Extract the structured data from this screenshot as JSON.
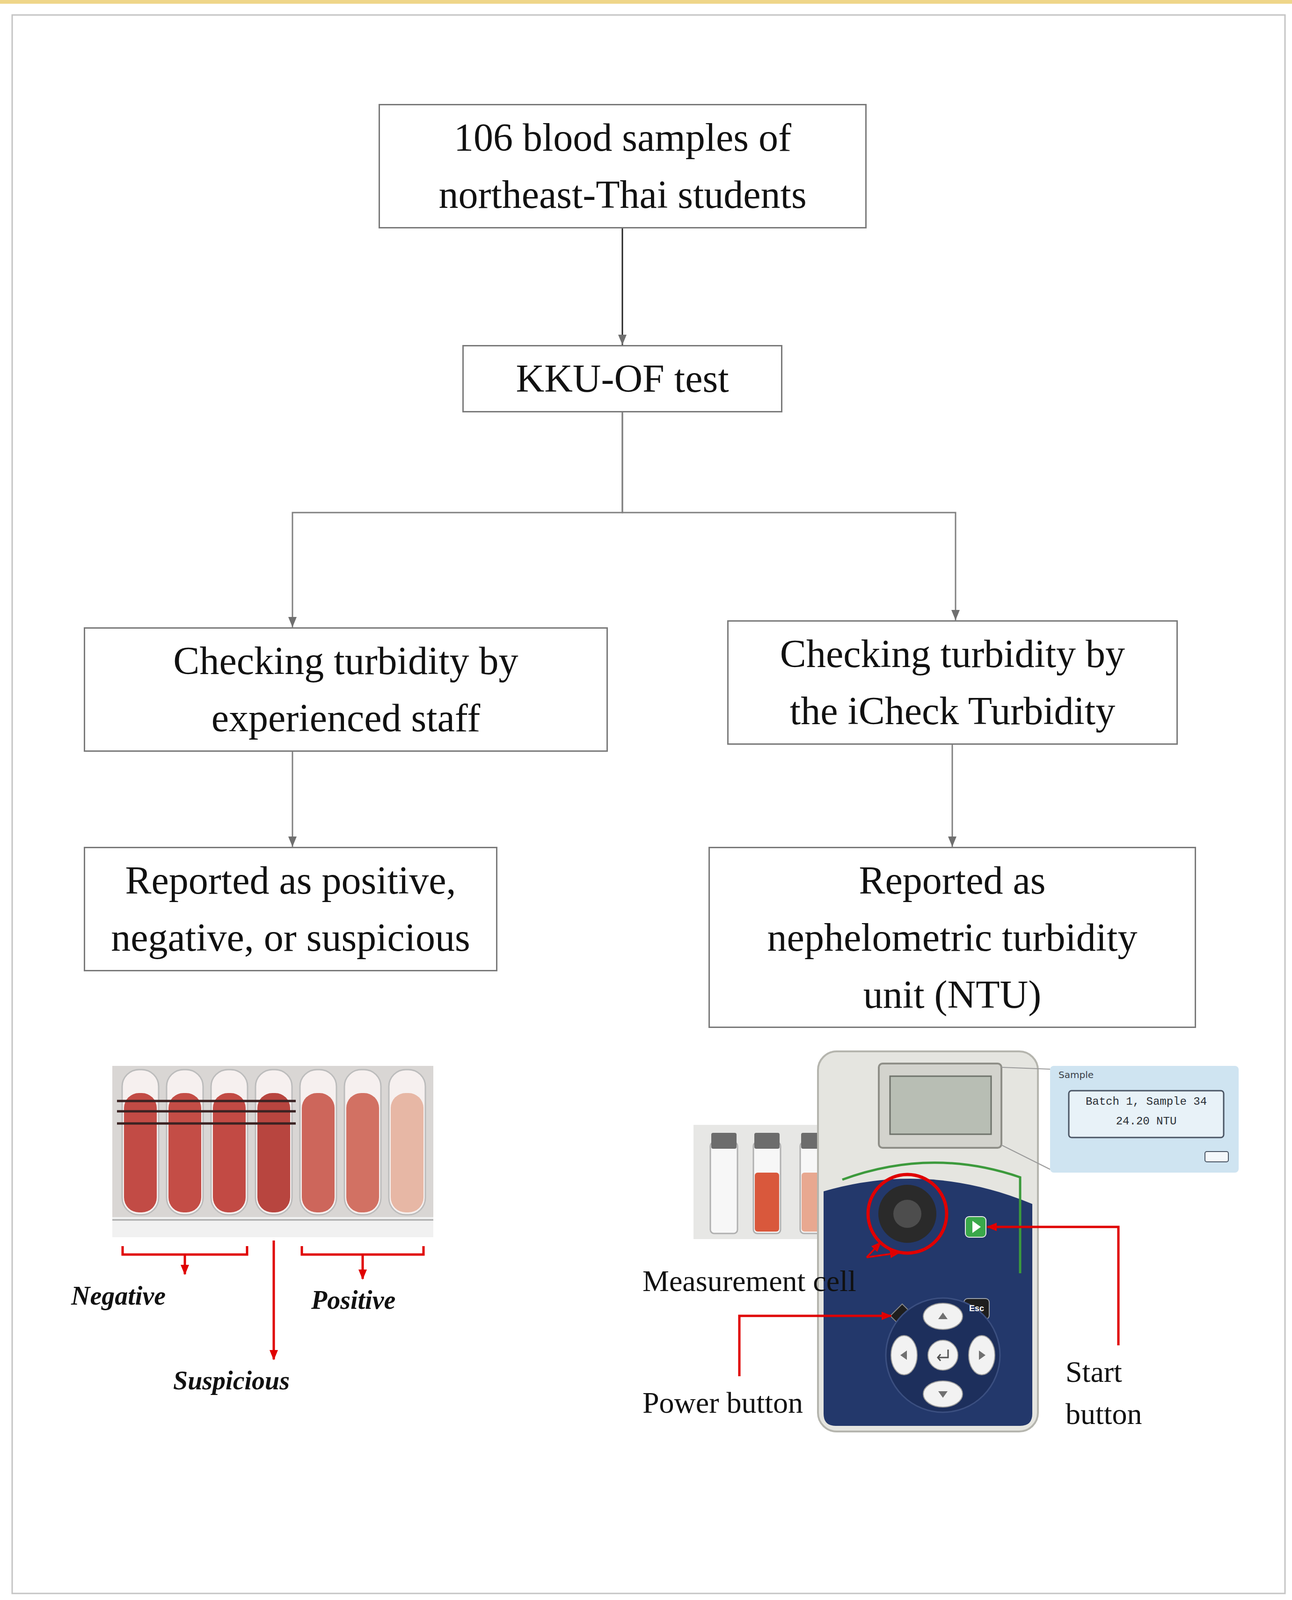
{
  "diagram": {
    "nodes": [
      {
        "text": [
          "106 blood samples of northeast-Thai students"
        ]
      },
      {
        "text": [
          "KKU-OF test"
        ]
      },
      {
        "text": [
          "Checking turbidity by experienced staff"
        ]
      },
      {
        "text": [
          "Checking turbidity by the iCheck Turbidity"
        ]
      },
      {
        "text": [
          "Reported as positive, negative, or suspicious"
        ]
      },
      {
        "text": [
          "Reported as nephelometric turbidity unit (NTU)"
        ]
      }
    ],
    "edges": [
      {
        "from": 0,
        "to": 1,
        "arrow": "to"
      },
      {
        "from": 1,
        "to": 2,
        "arrow": "to"
      },
      {
        "from": 1,
        "to": 3,
        "arrow": "to"
      },
      {
        "from": 2,
        "to": 4,
        "arrow": "to"
      },
      {
        "from": 3,
        "to": 5,
        "arrow": "to"
      }
    ],
    "labels": [
      "Negative",
      "Positive",
      "Suspicious",
      "Sample",
      "Batch 1, Sample 34",
      "24.20 NTU",
      "Measurement cell",
      "Esc",
      "Start button",
      "Power button"
    ]
  }
}
